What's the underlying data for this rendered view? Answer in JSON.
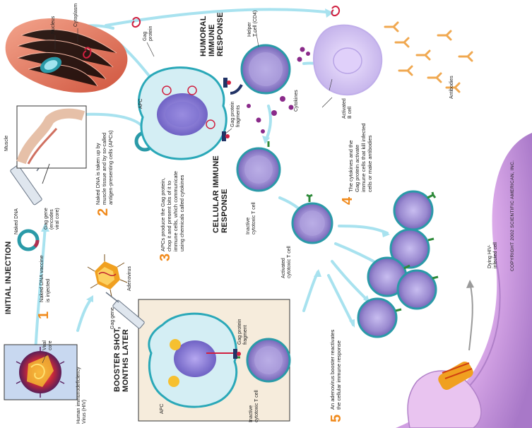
{
  "headings": {
    "initial_injection": "INITIAL INJECTION",
    "humoral": "HUMORAL\nIMMUNE\nRESPONSE",
    "cellular": "CELLULAR IMMUNE\nRESPONSE",
    "booster": "BOOSTER SHOT,\nMONTHS LATER"
  },
  "steps": [
    {
      "num": "1",
      "text": "Naked DNA vaccine\nis injected"
    },
    {
      "num": "2",
      "text": "Naked DNA is taken up by\nmuscle tissue and by so-called\nantigen-presenting cells (APCs)"
    },
    {
      "num": "3",
      "text": "APCs produce the Gag protein,\nchop it and present bits of it to\nimmune cells, which communicate\nusing chemicals called cytokines"
    },
    {
      "num": "4",
      "text": "The cytokines and the\nGag protein activate\nimmune cells that kill infected\ncells or make antibodies"
    },
    {
      "num": "5",
      "text": "An adenovirus booster reactivates\nthe cellular immune response"
    }
  ],
  "labels": {
    "hiv": "Human immunodeficiency\nVirus (HIV)",
    "viral_core": "Viral\ncore",
    "naked_dna": "Naked DNA",
    "gag_gene_encodes": "Gag gene\n(encodes\nviral core)",
    "muscle": "Muscle",
    "nucleus": "Nucleus",
    "cytoplasm": "Cytoplasm",
    "gag_protein": "Gag\nprotein",
    "apc_top": "APC",
    "gag_protein_fragments": "Gag protein\nfragments",
    "helper_t": "Helper\nT cell (CD4)",
    "cytokines": "Cytokines",
    "activated_b": "Activated\nB cell",
    "antibodies": "Antibodies",
    "inactive_t_top": "Inactive\ncytotoxic T cell",
    "activated_t": "Activated\ncytotoxic T cell",
    "adenovirus": "Adenovirus",
    "gag_gene": "Gag gene",
    "apc_bottom": "APC",
    "gag_protein_fragment": "Gag protein\nfragment",
    "inactive_t_bottom": "Inactive\ncytotoxic T cell",
    "dying_cell": "Dying HIV-\ninfected cell"
  },
  "copyright": "COPYRIGHT 2002 SCIENTIFIC AMERICAN, INC.",
  "colors": {
    "accent_orange": "#f08a1c",
    "arrow_cyan": "#7fd6e8",
    "tcell_purple": "#a89ad8",
    "apc_teal": "#2aa8b8",
    "muscle_red": "#e0705a",
    "antibody_orange": "#f0a850",
    "dying_cell_pink": "#e8a8d8"
  }
}
